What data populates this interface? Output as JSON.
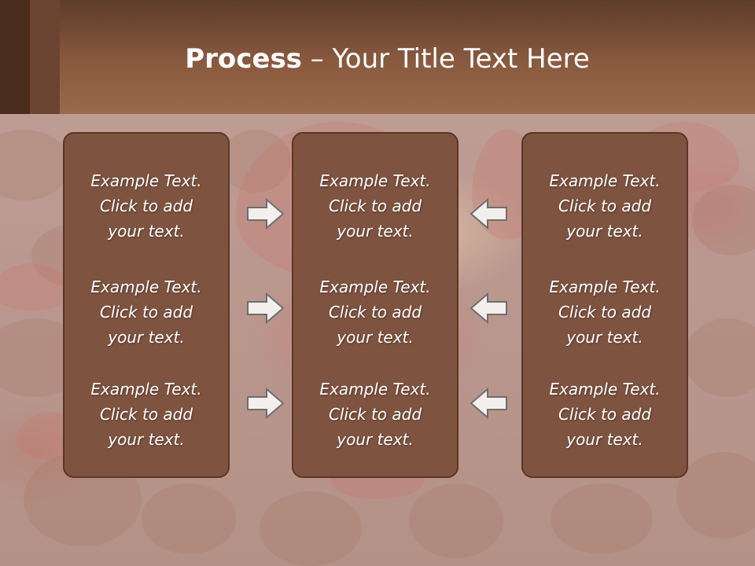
{
  "slide": {
    "title_bold": "Process",
    "title_rest": " – Your Title Text Here"
  },
  "columns": [
    {
      "items": [
        {
          "line1": "Example Text.",
          "line2": "Click  to add",
          "line3": "your text."
        },
        {
          "line1": "Example Text.",
          "line2": "Click  to add",
          "line3": "your text."
        },
        {
          "line1": "Example Text.",
          "line2": "Click  to add",
          "line3": "your text."
        }
      ]
    },
    {
      "items": [
        {
          "line1": "Example Text.",
          "line2": "Click  to add",
          "line3": "your text."
        },
        {
          "line1": "Example Text.",
          "line2": "Click  to add",
          "line3": "your text."
        },
        {
          "line1": "Example Text.",
          "line2": "Click  to add",
          "line3": "your text."
        }
      ]
    },
    {
      "items": [
        {
          "line1": "Example Text.",
          "line2": "Click  to add",
          "line3": "your text."
        },
        {
          "line1": "Example Text.",
          "line2": "Click  to add",
          "line3": "your text."
        },
        {
          "line1": "Example Text.",
          "line2": "Click  to add",
          "line3": "your text."
        }
      ]
    }
  ],
  "icons": {
    "left_arrows": "right-arrow-icon",
    "right_arrows": "left-arrow-icon"
  },
  "colors": {
    "box_fill": "#7e5340",
    "box_border": "#5b3727",
    "arrow_fill": "#f2efec",
    "arrow_stroke": "#6e6e6e",
    "title_text": "#ffffff"
  }
}
